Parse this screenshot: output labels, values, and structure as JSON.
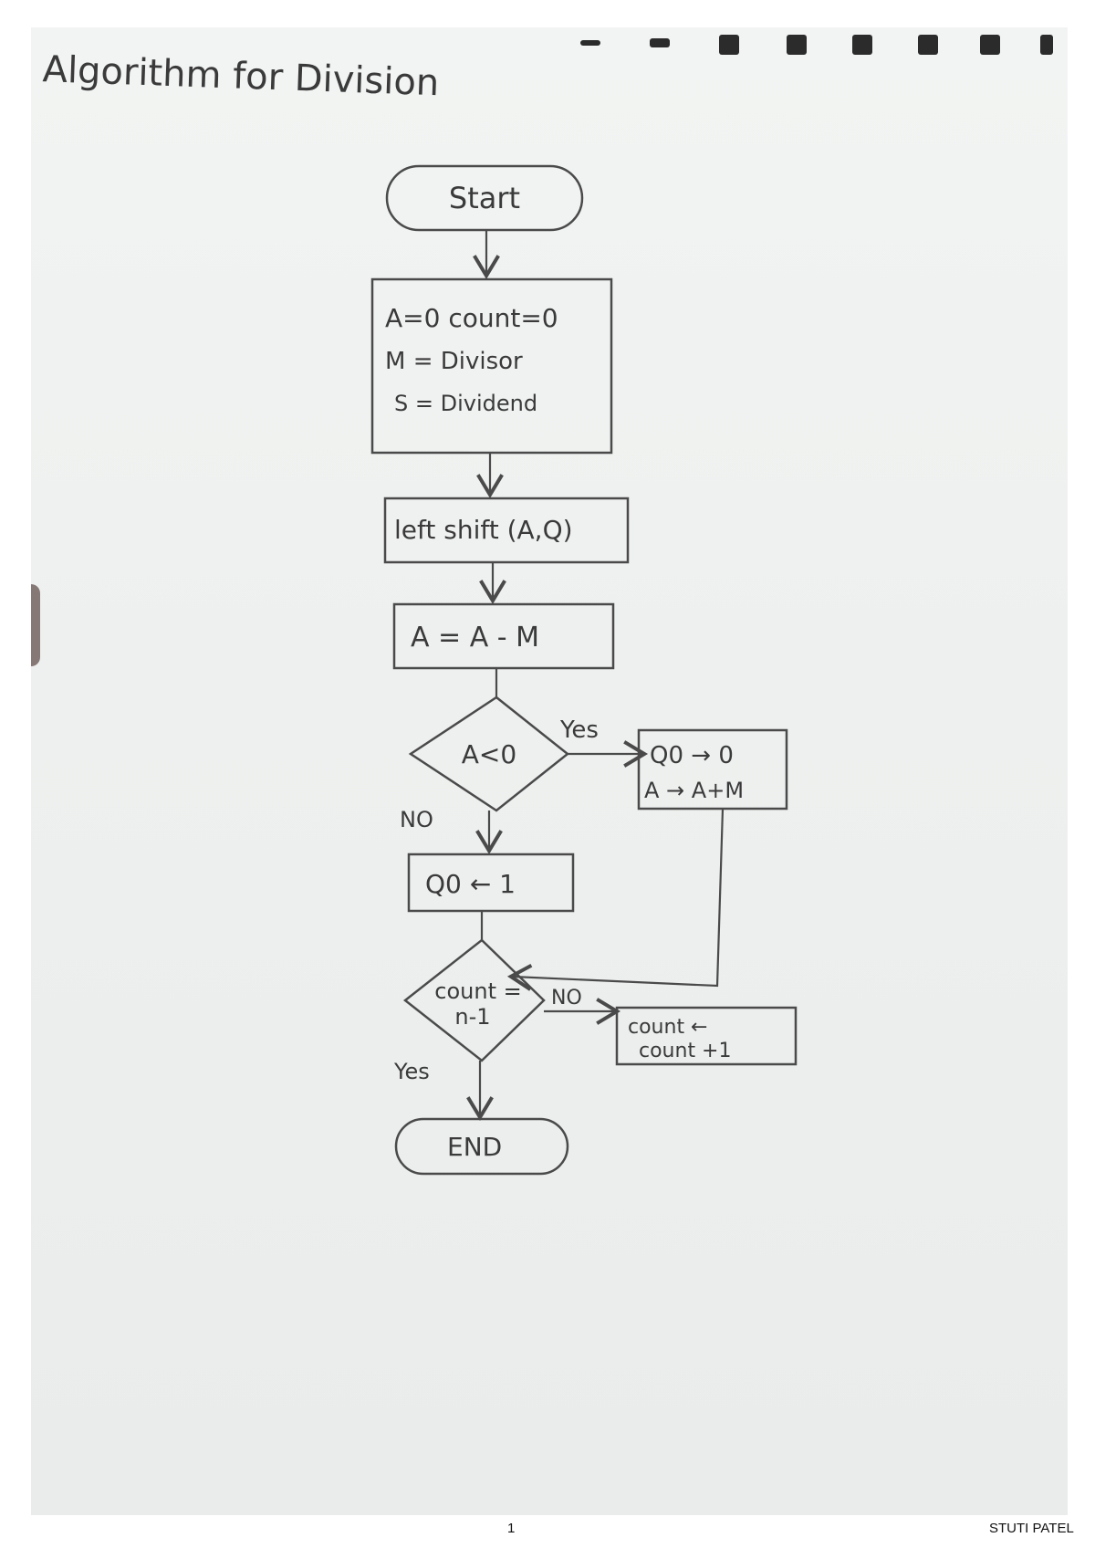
{
  "title": "Algorithm for Division",
  "nodes": {
    "start": "Start",
    "init_line1": "A=0 count=0",
    "init_line2": "M = Divisor",
    "init_line3": "S = Dividend",
    "left_shift": "left shift (A,Q)",
    "subtract": "A = A - M",
    "decision1": "A<0",
    "yes_branch_line1": "Q0 → 0",
    "yes_branch_line2": "A → A+M",
    "set_q0": "Q0 ← 1",
    "decision2_line1": "count =",
    "decision2_line2": "n-1",
    "increment_line1": "count ←",
    "increment_line2": "count +1",
    "end": "END"
  },
  "edge_labels": {
    "d1_yes": "Yes",
    "d1_no": "NO",
    "d2_no": "NO",
    "d2_yes": "Yes"
  },
  "footer": {
    "page_number": "1",
    "author": "STUTI PATEL"
  }
}
